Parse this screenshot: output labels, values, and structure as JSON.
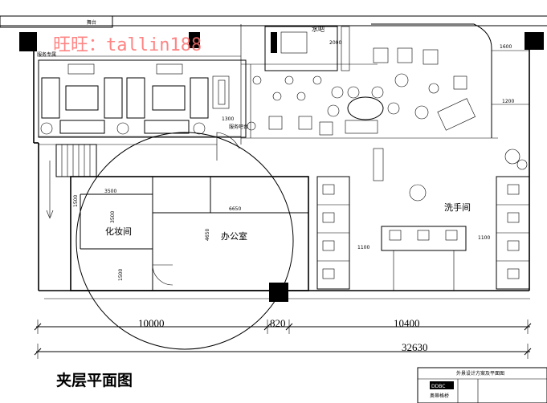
{
  "drawing": {
    "title": "夹层平面图",
    "watermark": "旺旺：tallin188"
  },
  "rooms": {
    "bar": "水吧",
    "washroom": "洗手间",
    "makeup": "化妆间",
    "office": "办公室",
    "stage": "舞台",
    "service": "服务吧台",
    "service_top": "服务专属"
  },
  "dimensions": {
    "d1": "10000",
    "d2": "820",
    "d3": "10400",
    "total": "32630",
    "makeup_w": "3500",
    "makeup_h": "3500",
    "makeup_side": "1500",
    "office_w": "6650",
    "office_h": "4650",
    "door_w": "1500",
    "stair_w": "1300",
    "right_top": "1600",
    "right_mid": "1200",
    "wash_left": "1100",
    "wash_right": "1100",
    "bar_side": "2000"
  },
  "title_block": {
    "logo": "DDBC",
    "company": "奥蒂格桥",
    "note": "外景设计方案及平面图"
  },
  "colors": {
    "line": "#000000",
    "watermark": "#ff6f6f"
  }
}
